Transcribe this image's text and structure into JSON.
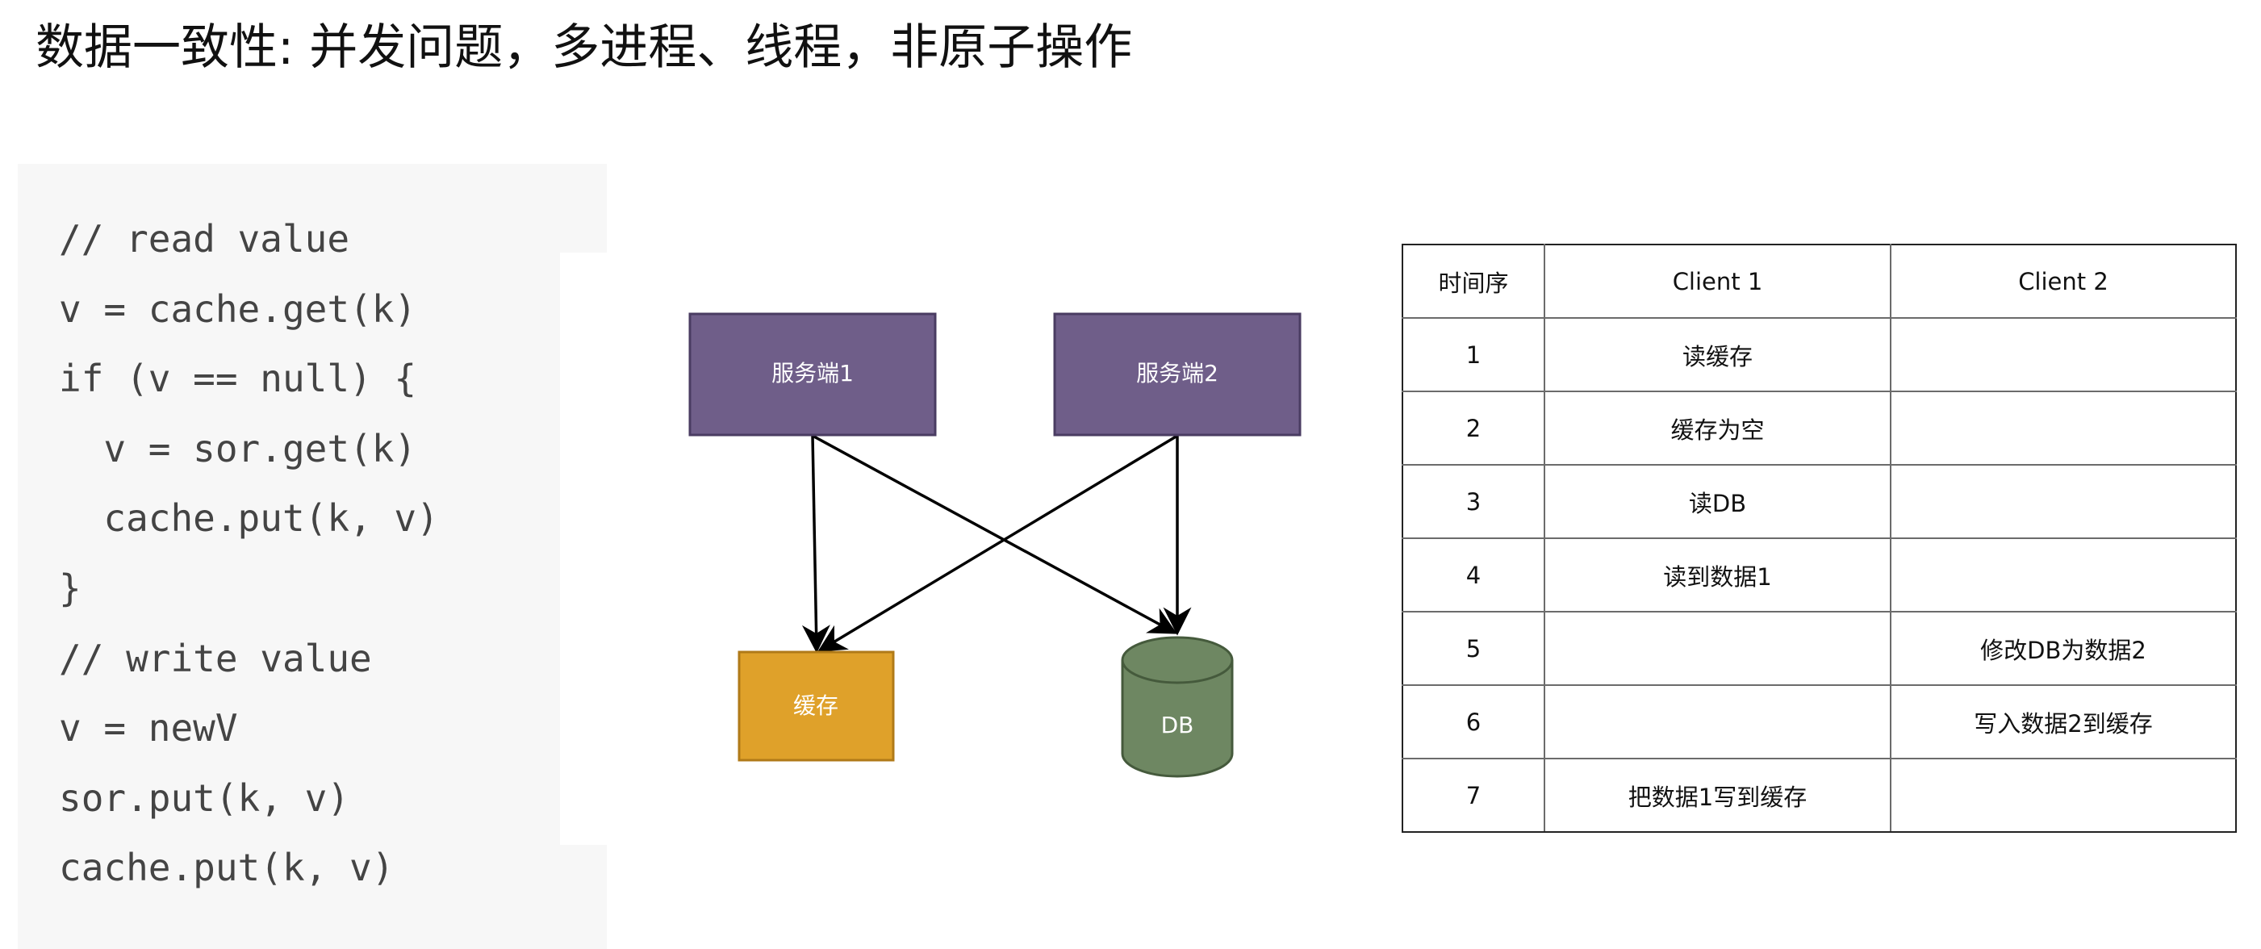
{
  "title": "数据一致性: 并发问题，多进程、线程，非原子操作",
  "code": {
    "lines": [
      "// read value",
      "v = cache.get(k)",
      "if (v == null) {",
      "  v = sor.get(k)",
      "  cache.put(k, v)",
      "}",
      "// write value",
      "v = newV",
      "sor.put(k, v)",
      "cache.put(k, v)"
    ]
  },
  "diagram": {
    "nodes": {
      "server1": "服务端1",
      "server2": "服务端2",
      "cache": "缓存",
      "db": "DB"
    },
    "colors": {
      "server_fill": "#6f5e89",
      "server_stroke": "#4a3c62",
      "cache_fill": "#dfa12a",
      "cache_stroke": "#b07a18",
      "db_fill": "#6e8762",
      "db_stroke": "#455a3c"
    },
    "edges": [
      {
        "from": "server1",
        "to": "cache"
      },
      {
        "from": "server1",
        "to": "db"
      },
      {
        "from": "server2",
        "to": "cache"
      },
      {
        "from": "server2",
        "to": "db"
      }
    ]
  },
  "table": {
    "headers": [
      "时间序",
      "Client 1",
      "Client 2"
    ],
    "rows": [
      [
        "1",
        "读缓存",
        ""
      ],
      [
        "2",
        "缓存为空",
        ""
      ],
      [
        "3",
        "读DB",
        ""
      ],
      [
        "4",
        "读到数据1",
        ""
      ],
      [
        "5",
        "",
        "修改DB为数据2"
      ],
      [
        "6",
        "",
        "写入数据2到缓存"
      ],
      [
        "7",
        "把数据1写到缓存",
        ""
      ]
    ]
  }
}
